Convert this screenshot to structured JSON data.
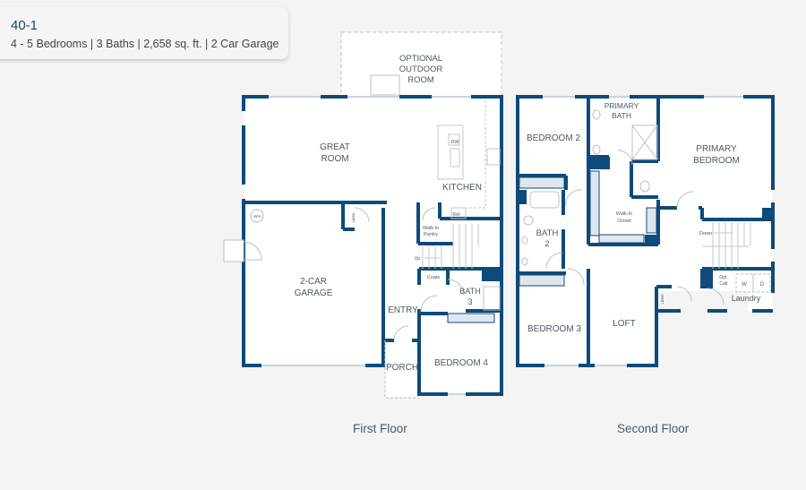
{
  "header": {
    "plan_name": "40-1",
    "specs": "4 - 5 Bedrooms | 3 Baths | 2,658 sq. ft. | 2 Car Garage"
  },
  "colors": {
    "wall": "#0f4a7a",
    "background": "#f4f4f4",
    "text": "#4a5a66",
    "title": "#1d4661"
  },
  "first_floor": {
    "label": "First Floor",
    "rooms": {
      "optional_outdoor_1": "OPTIONAL",
      "optional_outdoor_2": "OUTDOOR",
      "optional_outdoor_3": "ROOM",
      "great_room_1": "GREAT",
      "great_room_2": "ROOM",
      "kitchen": "KITCHEN",
      "dw": "DW",
      "ref": "Ref.",
      "walkin_pantry_1": "Walk-in",
      "walkin_pantry_2": "Pantry",
      "garage_1": "2-CAR",
      "garage_2": "GARAGE",
      "wh": "WH",
      "linen": "Linen",
      "up": "Up",
      "coats": "Coats",
      "bath3_1": "BATH",
      "bath3_2": "3",
      "entry": "ENTRY",
      "porch": "PORCH",
      "bedroom4": "BEDROOM 4"
    }
  },
  "second_floor": {
    "label": "Second Floor",
    "rooms": {
      "bedroom2": "BEDROOM 2",
      "primary_bath_1": "PRIMARY",
      "primary_bath_2": "BATH",
      "primary_bedroom_1": "PRIMARY",
      "primary_bedroom_2": "BEDROOM",
      "walkin_closet_1": "Walk-In",
      "walkin_closet_2": "Closet",
      "bath2_1": "BATH",
      "bath2_2": "2",
      "down": "Down",
      "opt_cab_1": "Opt.",
      "opt_cab_2": "Cab",
      "washer": "W",
      "dryer": "D",
      "laundry": "Laundry",
      "linen": "Linen",
      "bedroom3": "BEDROOM 3",
      "loft": "LOFT"
    }
  }
}
